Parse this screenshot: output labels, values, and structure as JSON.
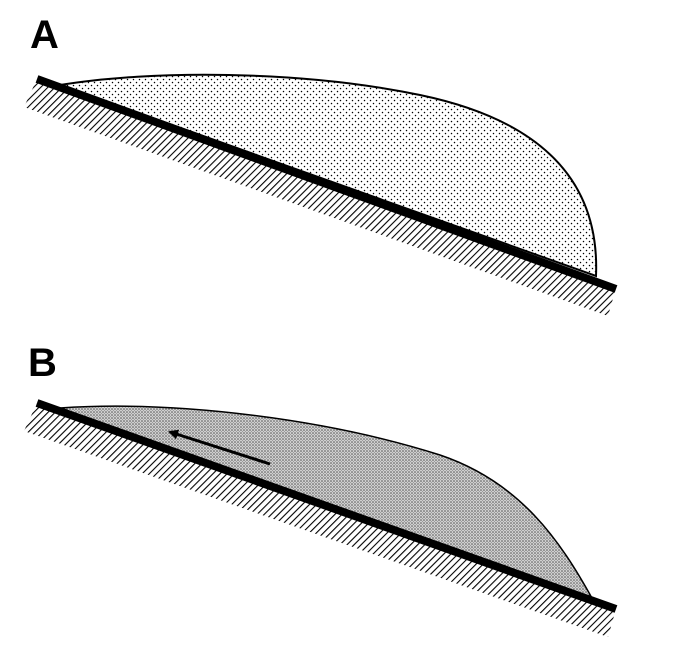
{
  "panels": [
    {
      "id": "A",
      "label": "A",
      "fill_style": "sparse-dots"
    },
    {
      "id": "B",
      "label": "B",
      "fill_style": "dense-dots",
      "arrow_direction": "up-slope"
    }
  ],
  "colors": {
    "line": "#000000",
    "background": "#ffffff",
    "hatch": "#000000",
    "dots_sparse": "#000000",
    "dots_dense": "#555555"
  }
}
